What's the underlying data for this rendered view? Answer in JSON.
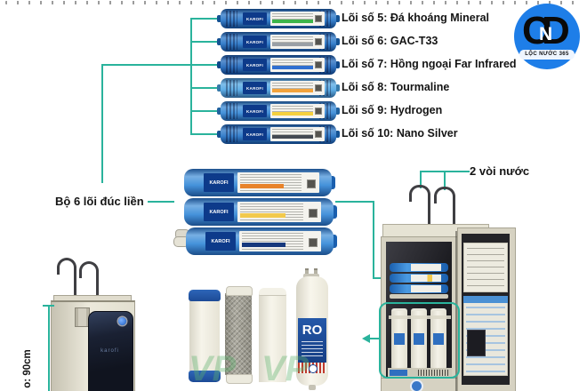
{
  "accent": {
    "line_color": "#2ab39c"
  },
  "logo": {
    "c": "C",
    "n": "N",
    "d": "D",
    "subtitle": "LỘC NƯỚC 365",
    "circle_color": "#1e7ee8"
  },
  "cores": {
    "brand": "KAROFI",
    "items": [
      {
        "label": "Lõi số 5: Đá khoáng Mineral",
        "body": "#1b6dc4",
        "stripe": "#3db54a"
      },
      {
        "label": "Lõi số 6: GAC-T33",
        "body": "#1b6dc4",
        "stripe": "#9aa0a6"
      },
      {
        "label": "Lõi số 7: Hồng ngoại Far Infrared",
        "body": "#1460b8",
        "stripe": "#2f6fd0"
      },
      {
        "label": "Lõi số 8: Tourmaline",
        "body": "#48a2e2",
        "stripe": "#f2a33c"
      },
      {
        "label": "Lõi số 9: Hydrogen",
        "body": "#2b82d4",
        "stripe": "#f4d03f"
      },
      {
        "label": "Lõi số 10: Nano Silver",
        "body": "#1b6dc4",
        "stripe": "#444a52"
      }
    ]
  },
  "block": {
    "label": "Bộ 6 lõi đúc liền",
    "brand": "KAROFI",
    "stripes": [
      "#e8832a",
      "#f2c94c",
      "#16387c"
    ]
  },
  "faucets": {
    "label": "2 vòi nước"
  },
  "measure": {
    "label": "o: 90cm"
  },
  "ro": {
    "label": "RO"
  },
  "purifier": {
    "brand": "karofi"
  },
  "watermark": {
    "text": "VP"
  }
}
